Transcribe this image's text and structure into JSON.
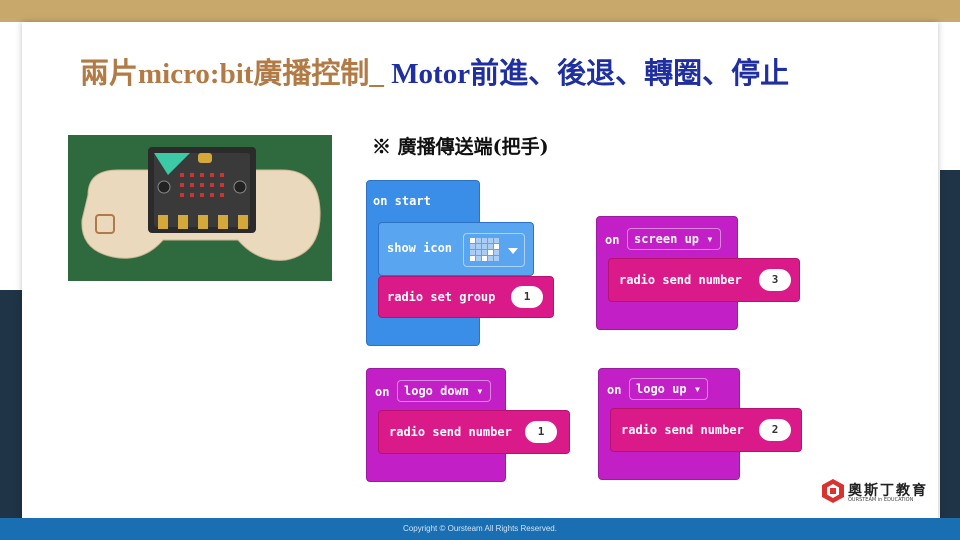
{
  "title": {
    "part1": "兩片micro:bit廣播控制_ ",
    "part2": "Motor前進、後退、轉圈、停止"
  },
  "subtitle": "※ 廣播傳送端(把手)",
  "blocks": {
    "on_start": {
      "hat": "on start",
      "show_icon": "show icon",
      "radio_set_group": "radio set group",
      "group_value": "1"
    },
    "screen_up": {
      "on": "on",
      "event": "screen up",
      "action": "radio send number",
      "value": "3"
    },
    "logo_down": {
      "on": "on",
      "event": "logo down",
      "action": "radio send number",
      "value": "1"
    },
    "logo_up": {
      "on": "on",
      "event": "logo up",
      "action": "radio send number",
      "value": "2"
    }
  },
  "logo": {
    "name": "奧斯丁教育",
    "tagline": "OURSTEAM in EDUCATION"
  },
  "footer": "Copyright © Oursteam All Rights Reserved.",
  "colors": {
    "accent_gold": "#c9a96b",
    "dark_navy": "#1f3446",
    "footer_blue": "#1a6fb3",
    "block_blue": "#3a8ee8",
    "block_magenta": "#c21fc7",
    "block_pink": "#db1a8a"
  }
}
